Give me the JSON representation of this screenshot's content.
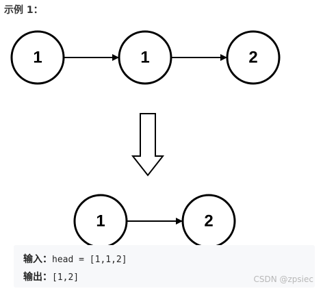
{
  "example": {
    "title": "示例 1："
  },
  "diagram": {
    "input_nodes": [
      "1",
      "1",
      "2"
    ],
    "output_nodes": [
      "1",
      "2"
    ]
  },
  "io": {
    "input_label": "输入：",
    "input_value": "head = [1,1,2]",
    "output_label": "输出：",
    "output_value": "[1,2]"
  },
  "watermark": {
    "text": "CSDN @zpsiec"
  }
}
